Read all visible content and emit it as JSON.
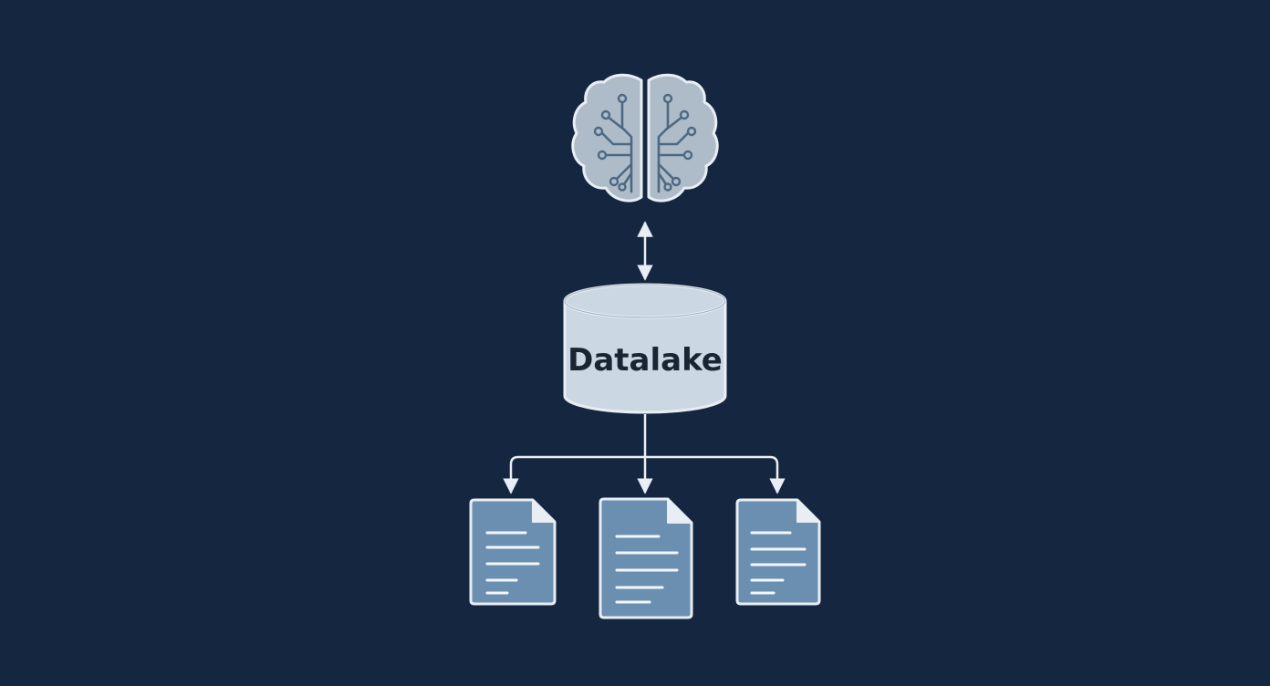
{
  "colors": {
    "background": "#152640",
    "outline": "#e9eef4",
    "brain_fill": "#aebcc9",
    "circuit": "#4e6882",
    "cylinder_fill": "#cbd8e4",
    "document_fill": "#6b8fb1",
    "document_lines": "#f4f7fa",
    "text": "#1b2433"
  },
  "diagram": {
    "top_node": {
      "icon": "brain-circuit-icon"
    },
    "center_node": {
      "label": "Datalake",
      "icon": "database-cylinder-icon"
    },
    "bottom_nodes": [
      {
        "icon": "document-icon"
      },
      {
        "icon": "document-icon"
      },
      {
        "icon": "document-icon"
      }
    ],
    "connections": [
      {
        "from": "brain",
        "to": "datalake",
        "direction": "bidirectional"
      },
      {
        "from": "datalake",
        "to": "document-1",
        "direction": "forward"
      },
      {
        "from": "datalake",
        "to": "document-2",
        "direction": "forward"
      },
      {
        "from": "datalake",
        "to": "document-3",
        "direction": "forward"
      }
    ]
  }
}
